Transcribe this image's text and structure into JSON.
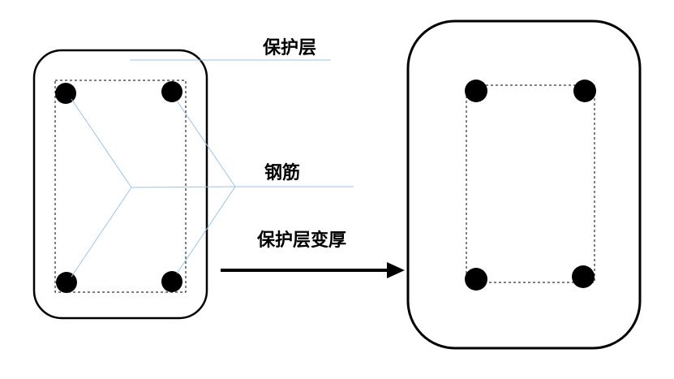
{
  "diagram": {
    "labels": {
      "cover": "保护层",
      "rebar": "钢筋",
      "transition": "保护层变厚"
    },
    "colors": {
      "outline": "#000000",
      "leader": "#9dc3e6",
      "rebar_fill": "#000000",
      "background": "#ffffff"
    }
  }
}
